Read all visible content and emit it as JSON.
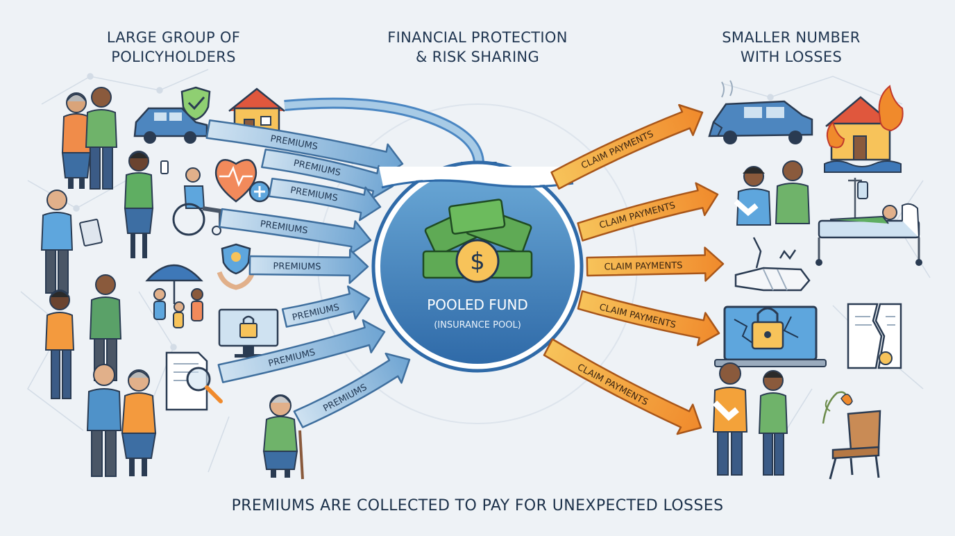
{
  "headings": {
    "left": [
      "LARGE GROUP OF",
      "POLICYHOLDERS"
    ],
    "center": [
      "FINANCIAL PROTECTION",
      "& RISK SHARING"
    ],
    "right": [
      "SMALLER NUMBER",
      "WITH LOSSES"
    ]
  },
  "pool": {
    "title": "POOLED FUND",
    "subtitle": "(INSURANCE POOL)",
    "currency_symbol": "$"
  },
  "premium_label": "PREMIUMS",
  "claim_label": "CLAIM PAYMENTS",
  "footer": "PREMIUMS ARE COLLECTED TO PAY FOR UNEXPECTED LOSSES",
  "colors": {
    "background": "#eef2f6",
    "premium_arrow": "#7fb0d8",
    "claim_arrow": "#f3a23a",
    "pool_fill": "#4a86c2",
    "text_dark": "#1f3550"
  },
  "left_icons": [
    "house-icon",
    "car-icon",
    "shield-check-icon",
    "heart-health-icon",
    "wheelchair-icon",
    "protection-hands-icon",
    "umbrella-family-icon",
    "locked-computer-icon",
    "document-magnifier-icon"
  ],
  "right_icons": [
    "damaged-car-icon",
    "burning-house-icon",
    "injured-people-icon",
    "hospital-bed-icon",
    "broken-arm-icon",
    "hacked-laptop-icon",
    "torn-contract-icon",
    "injured-couple-icon",
    "wilted-plant-icon",
    "chair-icon"
  ]
}
